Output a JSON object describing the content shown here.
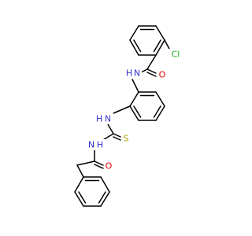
{
  "molecule": {
    "atom_labels": {
      "chlorine": "Cl",
      "amide_oxygen_top": "O",
      "amide_nh_top": "N",
      "amide_nh_top_h": "H",
      "thiourea_nh_upper": "N",
      "thiourea_nh_upper_h": "H",
      "thiourea_sulfur": "S",
      "thiourea_nh_lower": "N",
      "thiourea_nh_lower_h": "H",
      "amide_oxygen_bottom": "O"
    },
    "colors": {
      "bond": "#000000",
      "carbon": "#000000",
      "nitrogen": "#3333cc",
      "oxygen": "#dd0000",
      "sulfur": "#b3a100",
      "chlorine": "#22aa22"
    }
  }
}
